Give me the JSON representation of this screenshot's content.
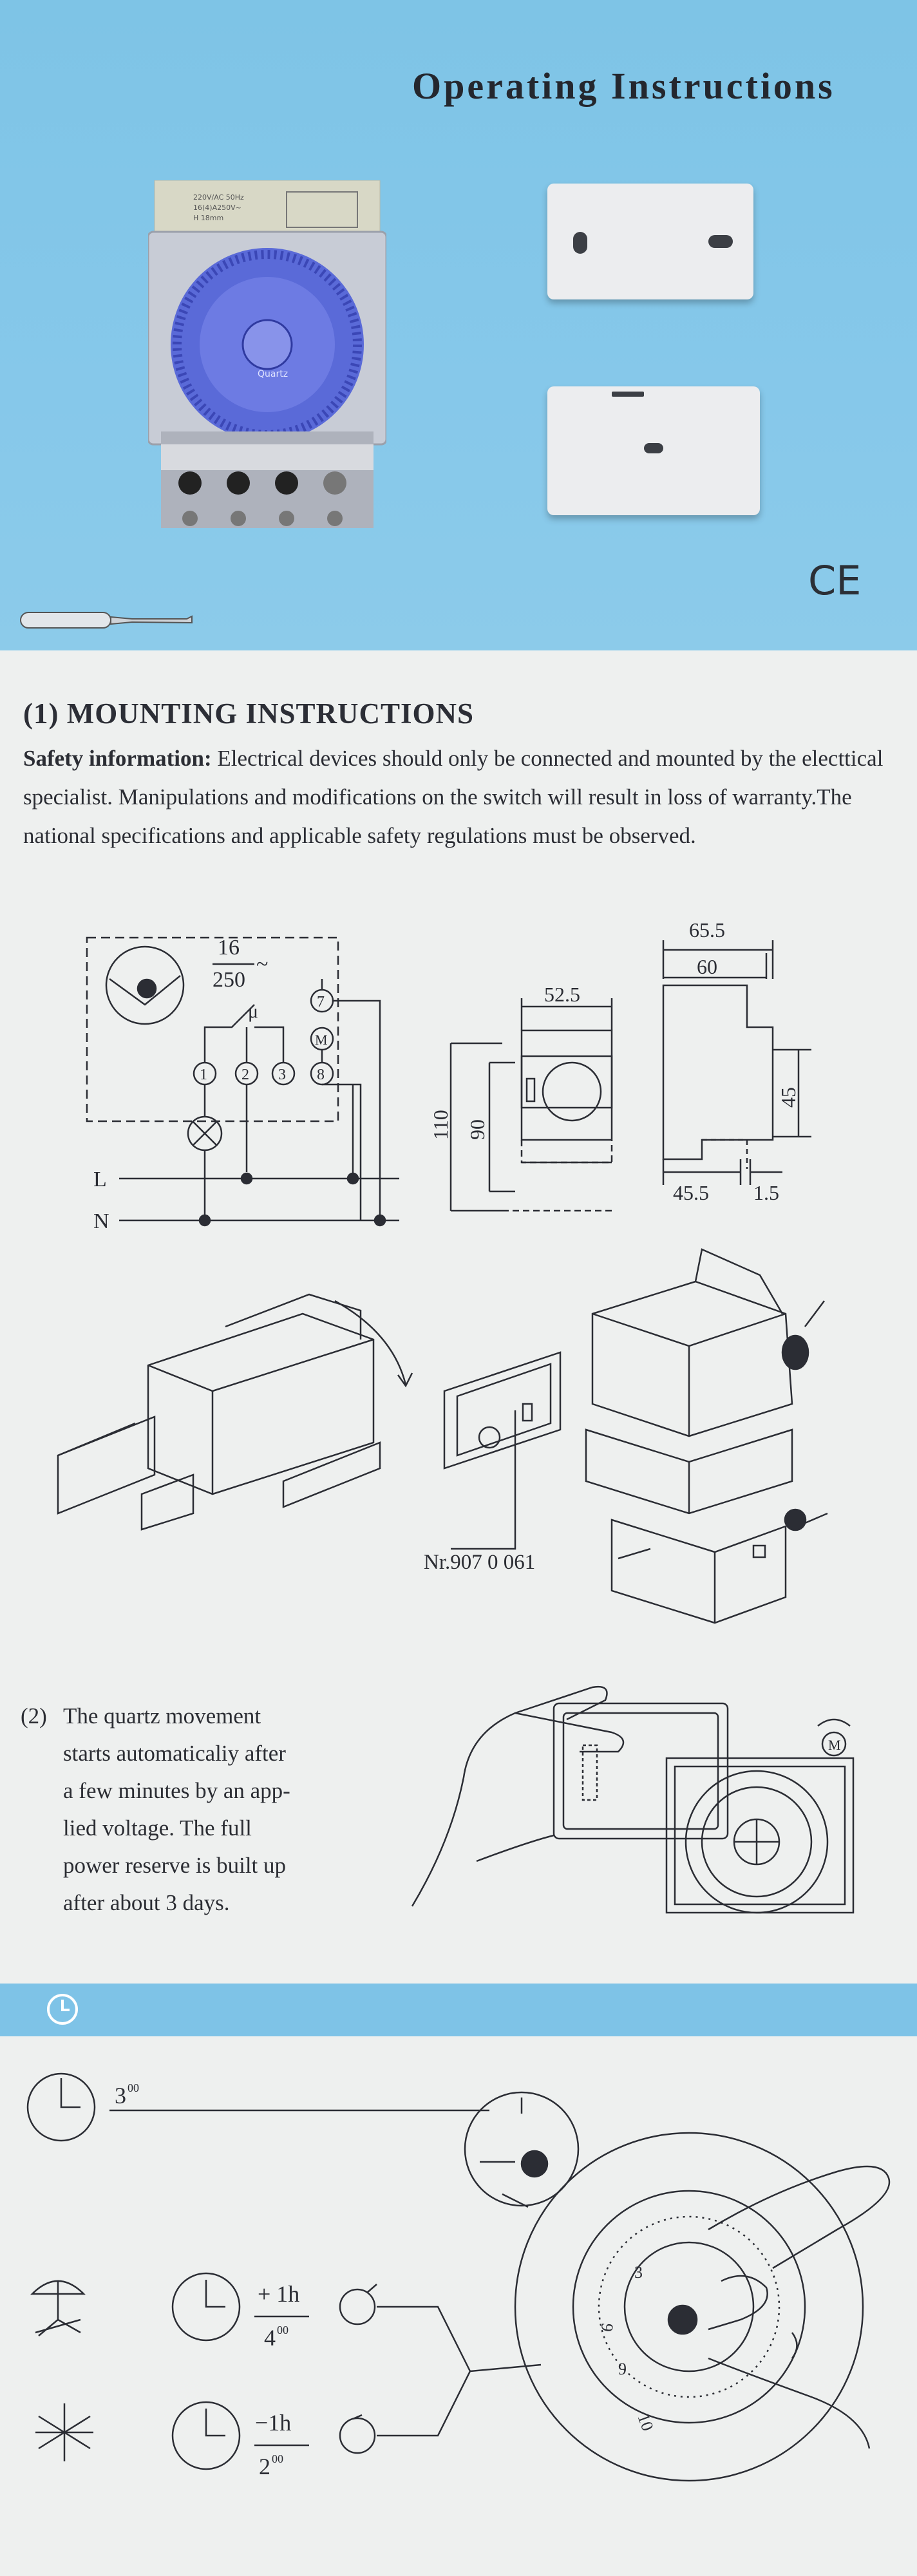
{
  "header": {
    "title": "Operating Instructions",
    "ce_mark": "CE"
  },
  "product": {
    "label_line1": "220V/AC 50Hz",
    "label_line2": "16(4)A250V~",
    "label_line3": "H 18mm",
    "dial_brand": "Quartz"
  },
  "mounting": {
    "heading": "(1) MOUNTING INSTRUCTIONS",
    "safety_label": "Safety information:",
    "safety_text": " Electrical devices should only be connected and mounted by the electtical specialist. Manipulations and modifications on the switch will result in loss of warranty.The national specifications and applicable safety regulations must be observed."
  },
  "wiring": {
    "rating_top": "16",
    "rating_bottom": "250",
    "rating_suffix": "~",
    "mu": "μ",
    "terminal_1": "1",
    "terminal_2": "2",
    "terminal_3": "3",
    "terminal_7": "7",
    "terminal_8": "8",
    "motor": "M",
    "line_L": "L",
    "line_N": "N"
  },
  "dimensions": {
    "width_front": "52.5",
    "height_total": "110",
    "height_inner": "90",
    "depth_total": "65.5",
    "depth_inner": "60",
    "side_height": "45",
    "bottom_depth": "45.5",
    "bottom_offset": "1.5"
  },
  "mounting_figure": {
    "part_number": "Nr.907 0 061"
  },
  "quartz": {
    "number": "(2)",
    "lines": [
      "The quartz movement",
      "starts automaticaliy after",
      "a few minutes by an app-",
      "lied voltage. The full",
      "power reserve is built up",
      "after about 3 days."
    ],
    "motor_symbol": "M"
  },
  "time_setting": {
    "set_time_hour": "3",
    "set_time_minutes": "00",
    "summer_adjust": "+ 1h",
    "summer_time_hour": "4",
    "summer_time_minutes": "00",
    "winter_adjust": "−1h",
    "winter_time_hour": "2",
    "winter_time_minutes": "00",
    "dial_numbers": [
      "3",
      "6",
      "9",
      "10"
    ]
  }
}
